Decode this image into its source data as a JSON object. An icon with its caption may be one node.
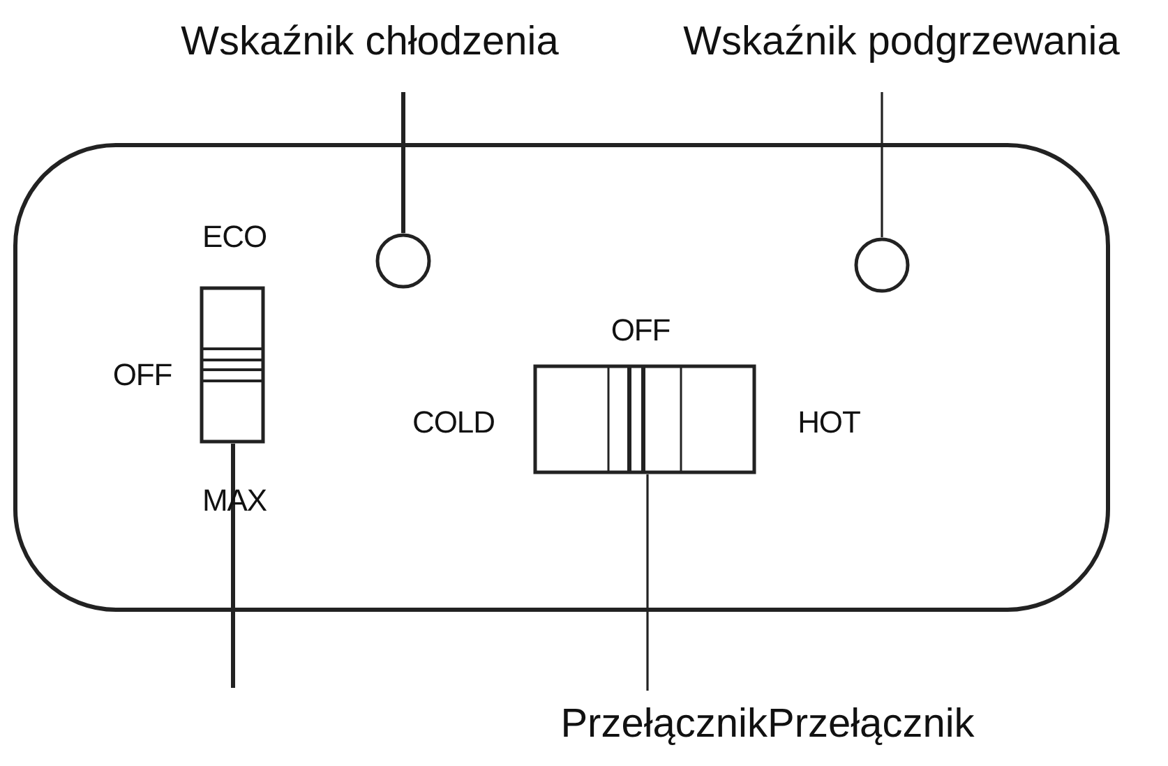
{
  "diagram": {
    "nodes": [
      {
        "text": [
          "Wskaźnik chłodzenia"
        ]
      },
      {
        "text": [
          "Wskaźnik podgrzewania"
        ]
      },
      {
        "text": [],
        "shape": "circle"
      },
      {
        "text": [],
        "shape": "circle"
      },
      {
        "text": [],
        "shape": "box"
      },
      {
        "text": [],
        "shape": "box"
      },
      {
        "text": [
          "PrzełącznikPrzełącznik"
        ]
      }
    ],
    "edges": [
      {
        "from": 0,
        "to": 2,
        "arrow": "none"
      },
      {
        "from": 1,
        "to": 3,
        "arrow": "none"
      },
      {
        "from": 4,
        "to": null,
        "arrow": "none"
      },
      {
        "from": 6,
        "to": 5,
        "arrow": "none"
      }
    ],
    "labels": [
      "ECO",
      "OFF",
      "OFF",
      "COLD",
      "HOT",
      "MAX"
    ]
  }
}
